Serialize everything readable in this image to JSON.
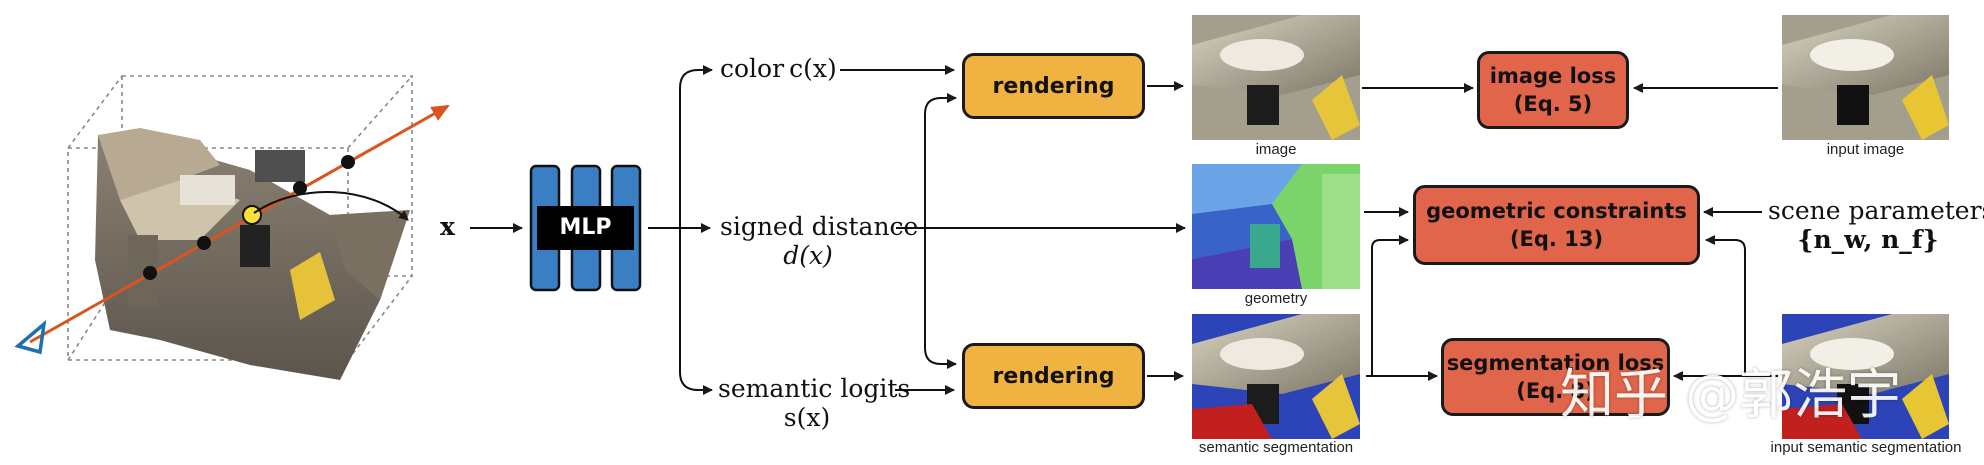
{
  "branches": {
    "color": {
      "label": "color",
      "math": "c(x)"
    },
    "sdf": {
      "label": "signed distance",
      "math": "d(x)"
    },
    "semantic": {
      "label": "semantic logits",
      "math": "s(x)"
    }
  },
  "input_point": {
    "math": "x"
  },
  "mlp": {
    "label": "MLP"
  },
  "render_boxes": {
    "top": "rendering",
    "bottom": "rendering"
  },
  "outputs": {
    "image": "image",
    "geometry": "geometry",
    "semantic": "semantic segmentation"
  },
  "losses": {
    "image": {
      "line1": "image loss",
      "line2": "(Eq. 5)"
    },
    "geometric": {
      "line1": "geometric constraints",
      "line2": "(Eq. 13)"
    },
    "segmentation": {
      "line1": "segmentation loss",
      "line2": "(Eq. 8)"
    }
  },
  "inputs": {
    "image": "input image",
    "semantic": "input semantic segmentation",
    "scene_params": {
      "label": "scene parameters",
      "math": "{n_w, n_f}"
    }
  },
  "watermark": "知乎 @郭浩宇",
  "colors": {
    "rendering_fill": "#f0b341",
    "loss_fill": "#e0654a",
    "mlp_fill": "#3a7fc4",
    "ray": "#d9541e",
    "ray_origin": "#1f6fb0",
    "sample_point": "#f7e03a"
  }
}
